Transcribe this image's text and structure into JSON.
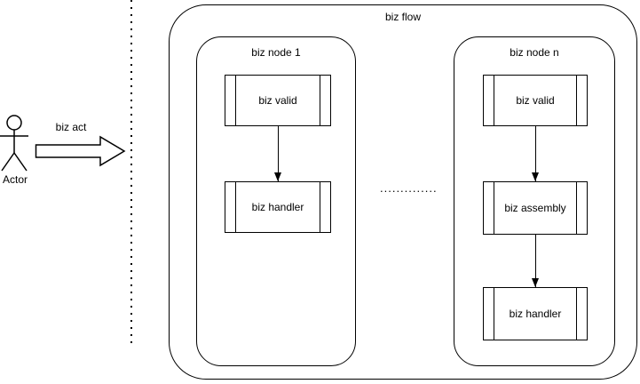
{
  "colors": {
    "stroke": "#000000",
    "background": "#ffffff",
    "text": "#000000"
  },
  "actor": {
    "label": "Actor"
  },
  "arrow": {
    "label": "biz act"
  },
  "flow": {
    "title": "biz flow",
    "dots": "..............",
    "nodes": [
      {
        "title": "biz node 1",
        "steps": [
          "biz valid",
          "biz handler"
        ]
      },
      {
        "title": "biz node n",
        "steps": [
          "biz valid",
          "biz assembly",
          "biz handler"
        ]
      }
    ]
  }
}
